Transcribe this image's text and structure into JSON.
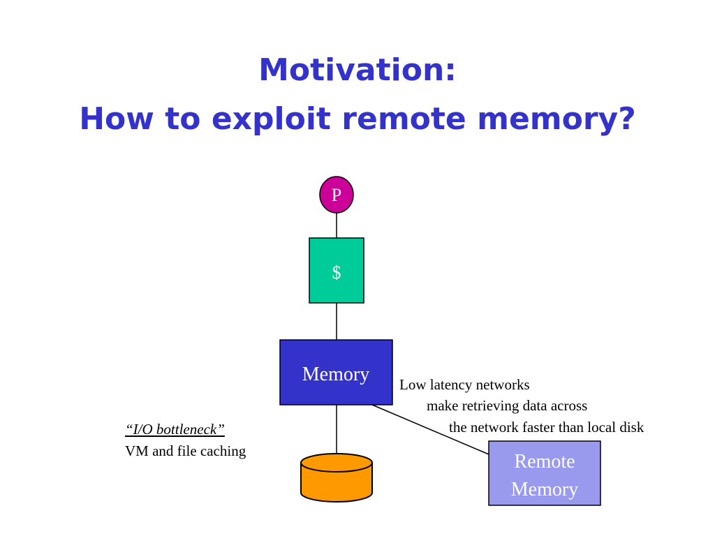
{
  "slide": {
    "title_line1": "Motivation:",
    "title_line2": "How to exploit remote memory?"
  },
  "diagram": {
    "processor": {
      "label": "P",
      "color": "#cc0099"
    },
    "cache": {
      "label": "$",
      "color": "#00cc99"
    },
    "memory": {
      "label": "Memory",
      "color": "#3333cc"
    },
    "remote_memory": {
      "label_line1": "Remote",
      "label_line2": "Memory",
      "color": "#9999ee"
    },
    "disk": {
      "color": "#ff9900"
    }
  },
  "annotations": {
    "io_title": "“I/O bottleneck”",
    "io_detail": "VM and file caching",
    "network_line1": "Low latency networks",
    "network_line2": "make retrieving data across",
    "network_line3": "the network faster than local disk"
  }
}
